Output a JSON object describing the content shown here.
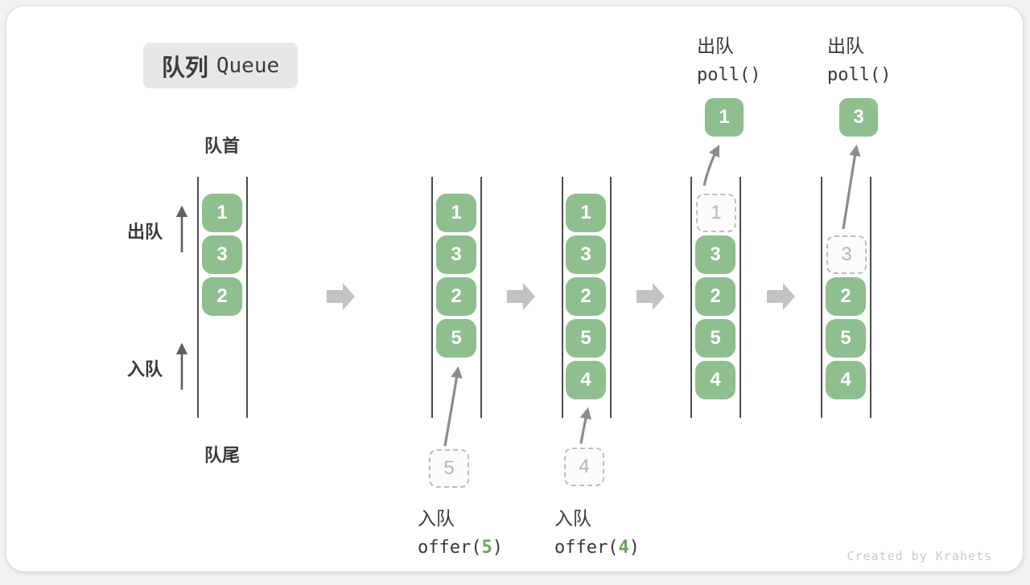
{
  "title": {
    "zh": "队列",
    "en": "Queue"
  },
  "labels": {
    "front": "队首",
    "rear": "队尾",
    "dequeue": "出队",
    "enqueue": "入队"
  },
  "operations": {
    "enqueue5": {
      "name": "入队",
      "code_pre": "offer(",
      "arg": "5",
      "code_post": ")"
    },
    "enqueue4": {
      "name": "入队",
      "code_pre": "offer(",
      "arg": "4",
      "code_post": ")"
    },
    "poll1": {
      "name": "出队",
      "code": "poll()",
      "result": "1"
    },
    "poll2": {
      "name": "出队",
      "code": "poll()",
      "result": "3"
    }
  },
  "states": [
    {
      "queue": [
        "1",
        "3",
        "2"
      ]
    },
    {
      "queue": [
        "1",
        "3",
        "2",
        "5"
      ],
      "incoming": "5"
    },
    {
      "queue": [
        "1",
        "3",
        "2",
        "5",
        "4"
      ],
      "incoming": "4"
    },
    {
      "queue": [
        "3",
        "2",
        "5",
        "4"
      ],
      "removed": "1"
    },
    {
      "queue": [
        "2",
        "5",
        "4"
      ],
      "removed": "3"
    }
  ],
  "watermark": "Created by Krahets",
  "colors": {
    "box_green": "#8fbf8f",
    "accent_green": "#67a55b",
    "block_arrow_grey": "#c2c2c2",
    "curve_arrow_grey": "#8c8c8c",
    "dark_arrow_grey": "#5f5f5f",
    "dashed_grey": "#bdbdbd",
    "line_dark": "#4c4c4c"
  }
}
